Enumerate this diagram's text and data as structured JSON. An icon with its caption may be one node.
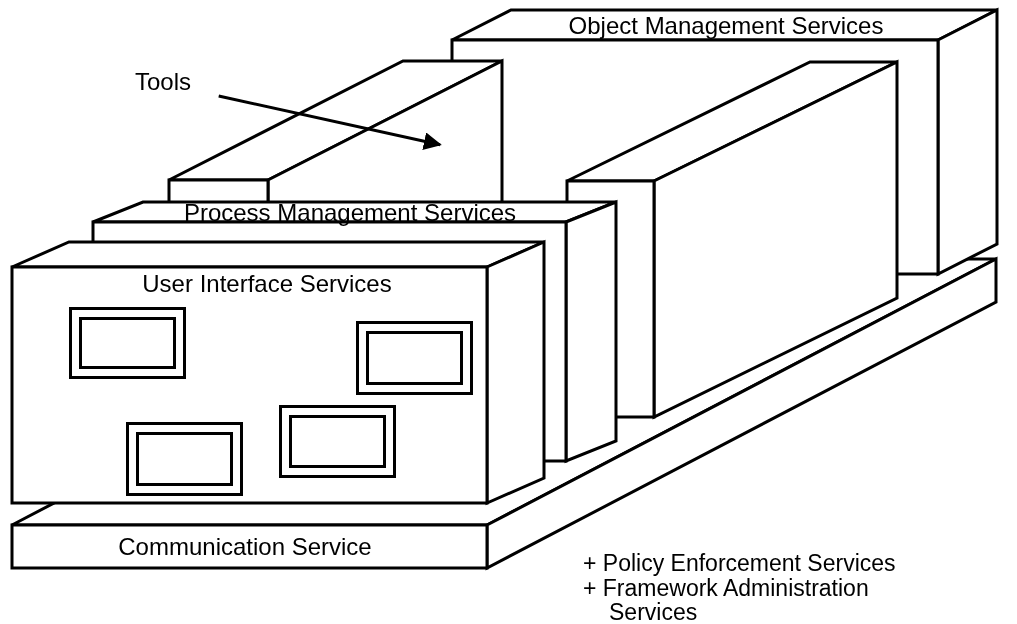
{
  "diagram": {
    "nodes": [
      {
        "text": [
          "Object Management Services"
        ]
      },
      {
        "text": [
          "Tools"
        ]
      },
      {
        "text": [],
        "shape": "box"
      },
      {
        "text": [],
        "shape": "box"
      },
      {
        "text": [
          "Process Management Services"
        ]
      },
      {
        "text": [
          "User Interface Services"
        ]
      },
      {
        "text": [],
        "shape": "box",
        "in": 5
      },
      {
        "text": [],
        "shape": "box"
      },
      {
        "text": [],
        "shape": "box",
        "in": 5
      },
      {
        "text": [],
        "shape": "box",
        "in": 5
      },
      {
        "text": [
          "Communication Service"
        ]
      }
    ],
    "edges": [
      {
        "from": 1,
        "to": 2,
        "arrow": "to"
      }
    ],
    "labels": [
      "+ Policy Enforcement Services",
      "+ Framework Administration Services"
    ]
  }
}
